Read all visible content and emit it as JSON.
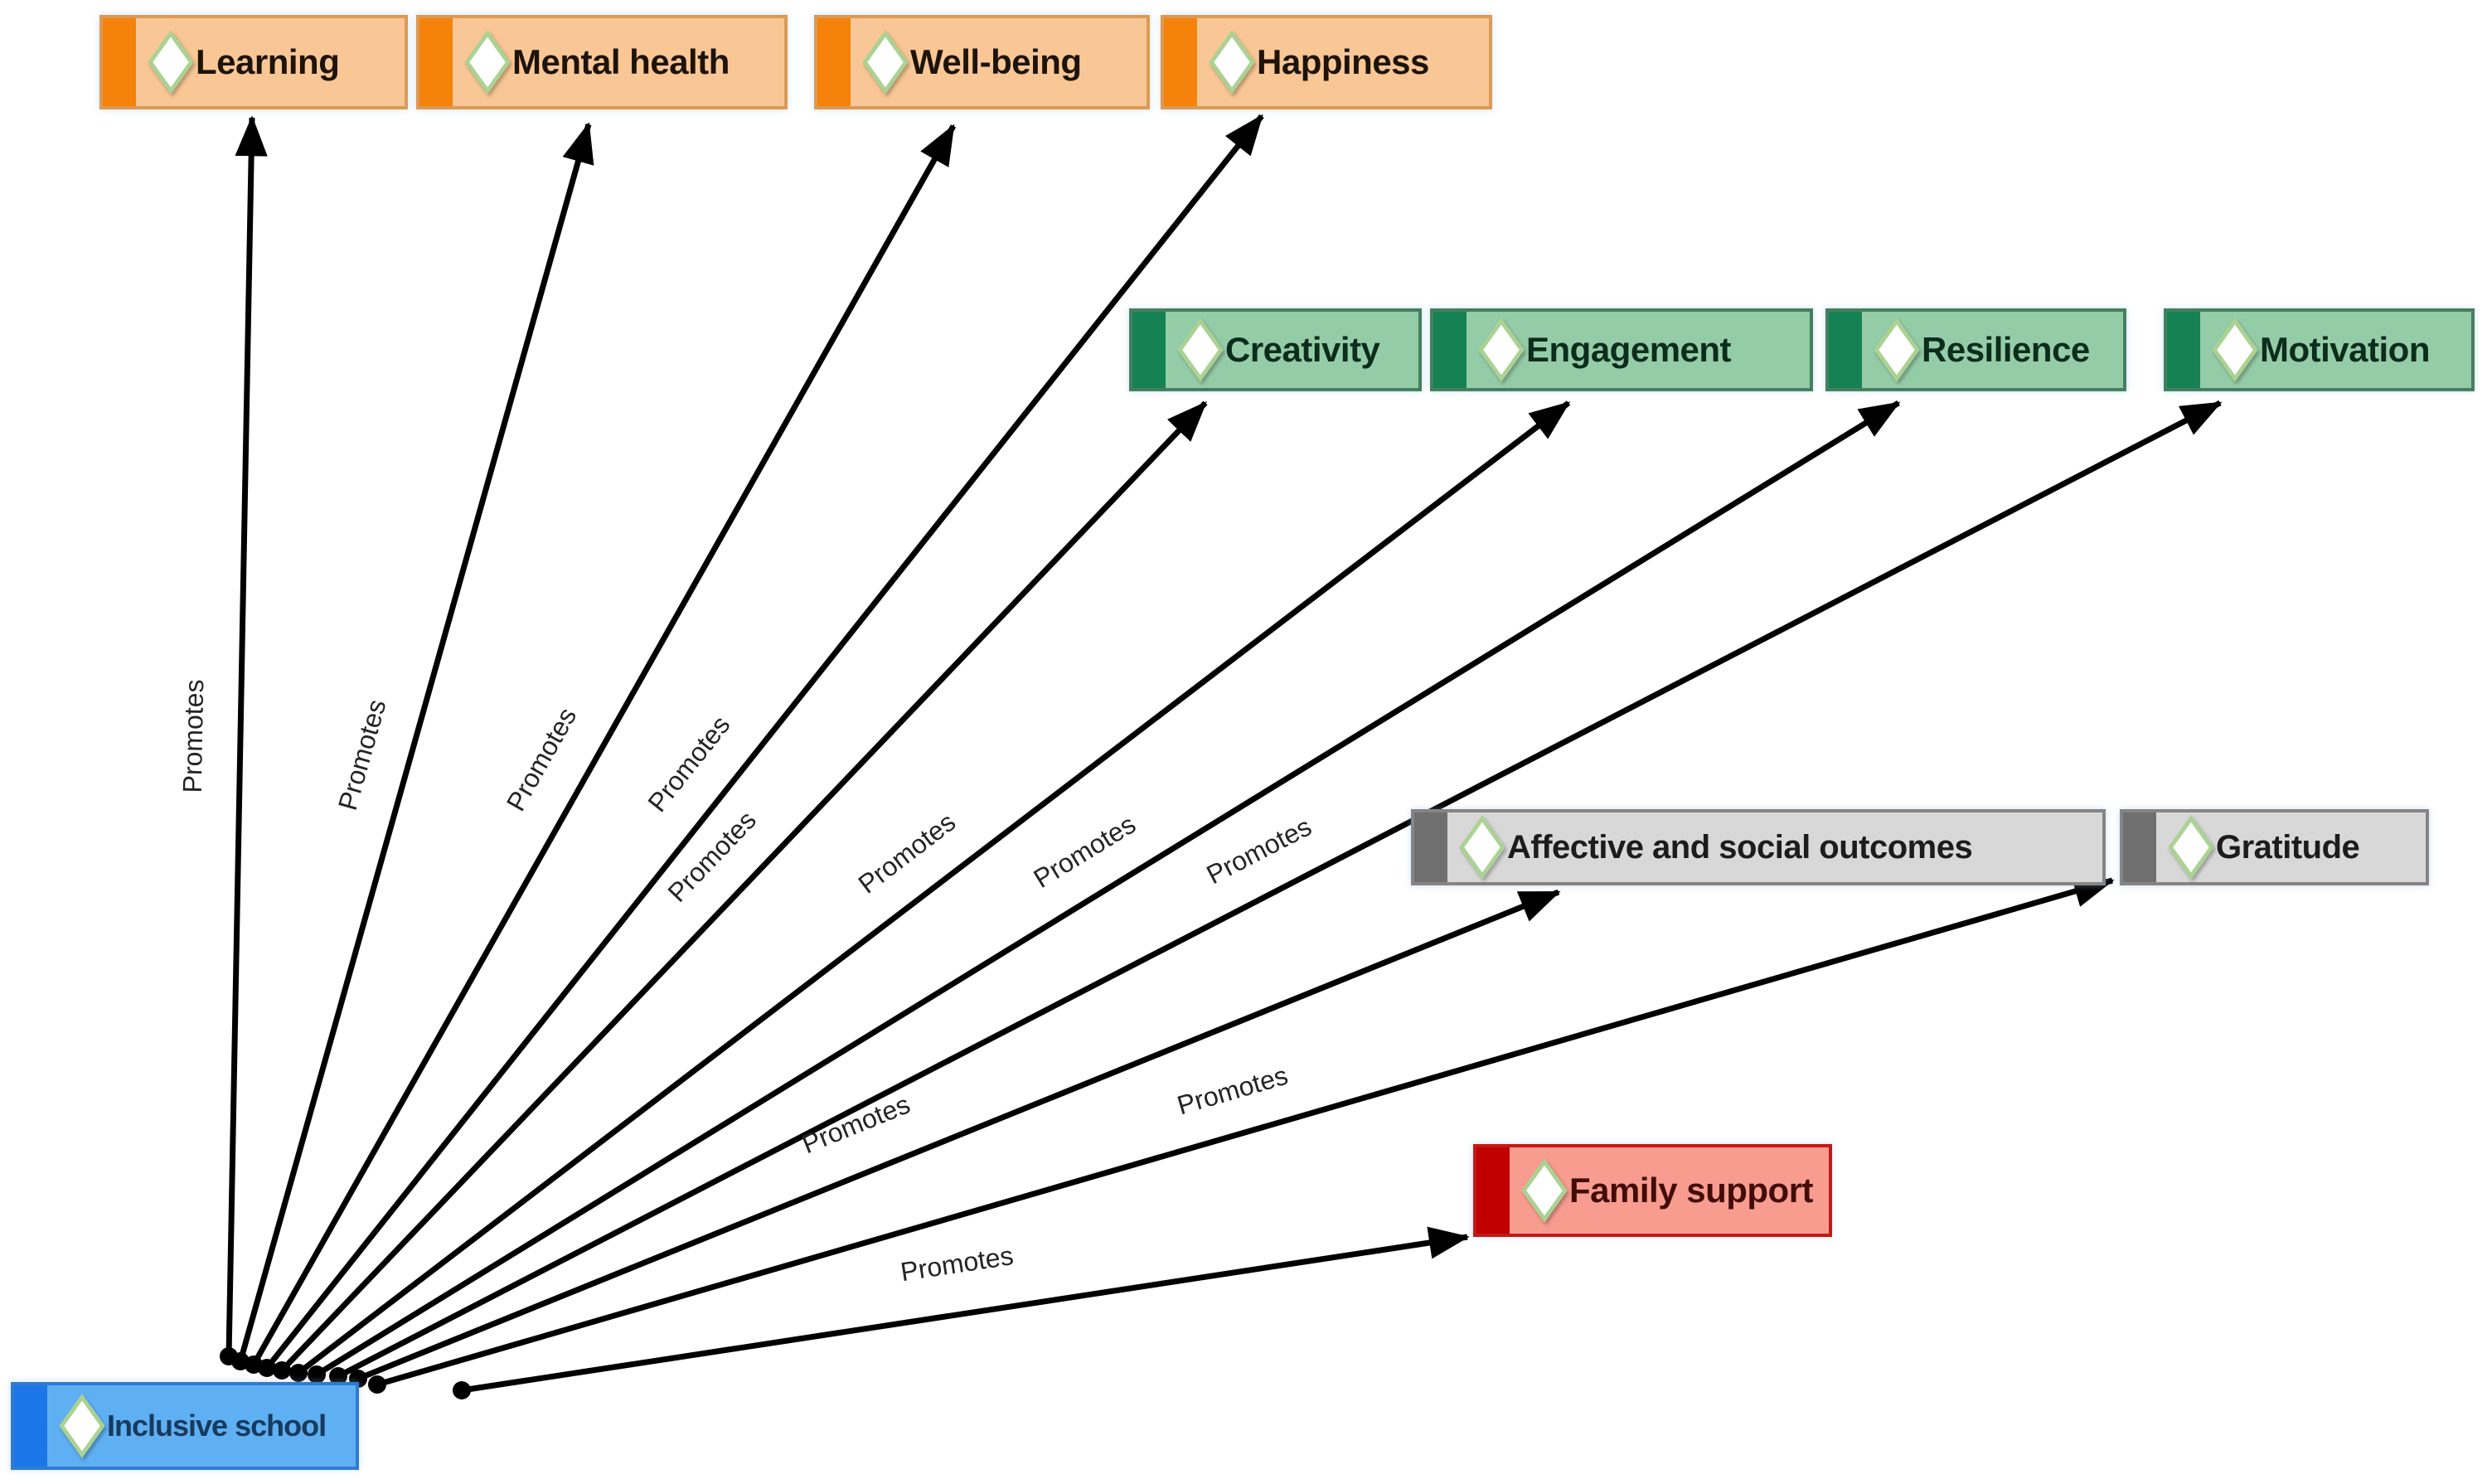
{
  "diagram": {
    "background": "#FFFFFF",
    "arrow_color": "#000000",
    "edge_label_color": "#242424"
  },
  "icon": {
    "name": "diamond-icon",
    "fill": "#FFFFFF",
    "border": "#ABD293"
  },
  "groups": {
    "orange": {
      "stripe": "#F5820A",
      "fill": "#F9C795",
      "border": "#DB9A55",
      "text": "#1D1309"
    },
    "green": {
      "stripe": "#168253",
      "fill": "#95CCA8",
      "border": "#44805F",
      "text": "#0C2C1C"
    },
    "gray": {
      "stripe": "#6F6F6F",
      "fill": "#D8D8D8",
      "border": "#858585",
      "text": "#1C1C1C"
    },
    "red": {
      "stripe": "#C00000",
      "fill": "#F89C90",
      "border": "#C21A12",
      "text": "#420D08"
    },
    "blue": {
      "stripe": "#1B76E8",
      "fill": "#5FB0F2",
      "border": "#2E7CD0",
      "text": "#173A5E"
    }
  },
  "nodes": [
    {
      "id": "learning",
      "label": "Learning",
      "group": "orange"
    },
    {
      "id": "mental-health",
      "label": "Mental health",
      "group": "orange"
    },
    {
      "id": "well-being",
      "label": "Well-being",
      "group": "orange"
    },
    {
      "id": "happiness",
      "label": "Happiness",
      "group": "orange"
    },
    {
      "id": "creativity",
      "label": "Creativity",
      "group": "green"
    },
    {
      "id": "engagement",
      "label": "Engagement",
      "group": "green"
    },
    {
      "id": "resilience",
      "label": "Resilience",
      "group": "green"
    },
    {
      "id": "motivation",
      "label": "Motivation",
      "group": "green"
    },
    {
      "id": "affective",
      "label": "Affective and social outcomes",
      "group": "gray"
    },
    {
      "id": "gratitude",
      "label": "Gratitude",
      "group": "gray"
    },
    {
      "id": "family-support",
      "label": "Family support",
      "group": "red"
    },
    {
      "id": "inclusive-school",
      "label": "Inclusive school",
      "group": "blue"
    }
  ],
  "edges": [
    {
      "from": "inclusive-school",
      "to": "learning",
      "label": "Promotes"
    },
    {
      "from": "inclusive-school",
      "to": "mental-health",
      "label": "Promotes"
    },
    {
      "from": "inclusive-school",
      "to": "well-being",
      "label": "Promotes"
    },
    {
      "from": "inclusive-school",
      "to": "happiness",
      "label": "Promotes"
    },
    {
      "from": "inclusive-school",
      "to": "creativity",
      "label": "Promotes"
    },
    {
      "from": "inclusive-school",
      "to": "engagement",
      "label": "Promotes"
    },
    {
      "from": "inclusive-school",
      "to": "resilience",
      "label": "Promotes"
    },
    {
      "from": "inclusive-school",
      "to": "motivation",
      "label": "Promotes"
    },
    {
      "from": "inclusive-school",
      "to": "affective",
      "label": "Promotes"
    },
    {
      "from": "inclusive-school",
      "to": "gratitude",
      "label": "Promotes"
    },
    {
      "from": "inclusive-school",
      "to": "family-support",
      "label": "Promotes"
    }
  ]
}
